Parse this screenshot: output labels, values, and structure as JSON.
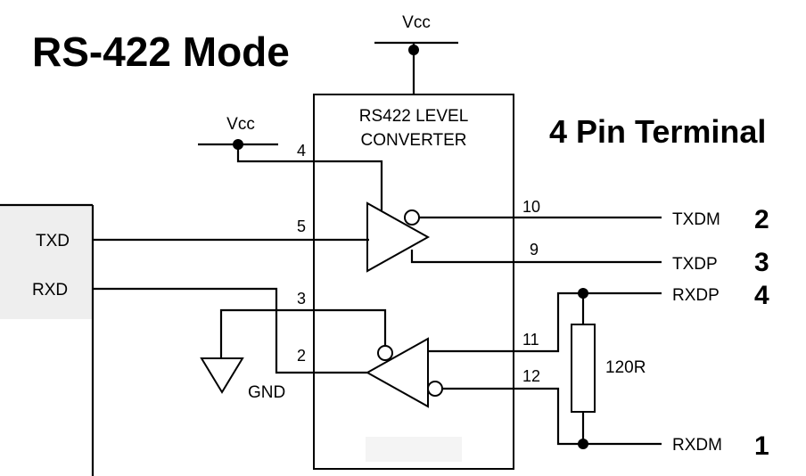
{
  "title": "RS-422 Mode",
  "subtitle": "4 Pin Terminal",
  "converter": {
    "line1": "RS422 LEVEL",
    "line2": "CONVERTER"
  },
  "supply": {
    "top": "Vcc",
    "left": "Vcc",
    "ground": "GND"
  },
  "left_signals": {
    "txd": "TXD",
    "rxd": "RXD"
  },
  "pins": {
    "p4": "4",
    "p5": "5",
    "p3": "3",
    "p2": "2",
    "p10": "10",
    "p9": "9",
    "p11": "11",
    "p12": "12"
  },
  "resistor": "120R",
  "terminals": [
    {
      "name": "TXDM",
      "number": "2"
    },
    {
      "name": "TXDP",
      "number": "3"
    },
    {
      "name": "RXDP",
      "number": "4"
    },
    {
      "name": "RXDM",
      "number": "1"
    }
  ]
}
